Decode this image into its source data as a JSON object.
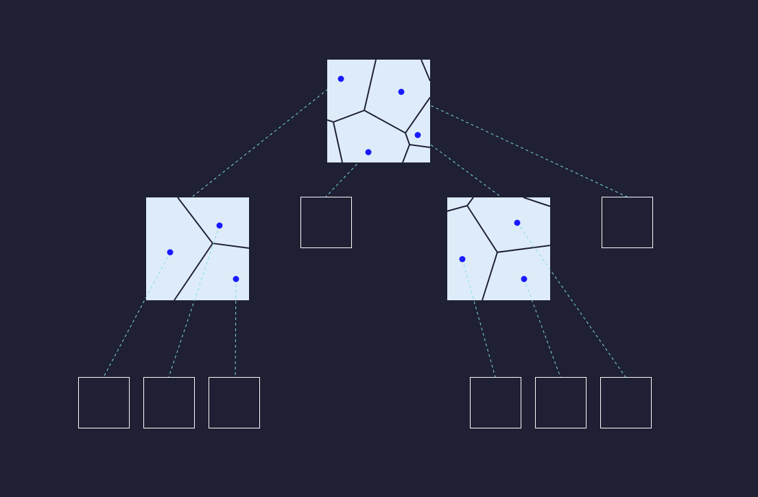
{
  "colors": {
    "background": "#1f2033",
    "cell_fill": "#deecf9",
    "cell_edge": "#1f2033",
    "site_point": "#1a1aff",
    "link": "#7fdcea",
    "empty_node_border": "#ffffff"
  },
  "tree": {
    "root": {
      "type": "voronoi",
      "sites": 4
    },
    "level1": [
      {
        "type": "voronoi",
        "sites": 3
      },
      {
        "type": "empty"
      },
      {
        "type": "voronoi",
        "sites": 3
      },
      {
        "type": "empty"
      }
    ],
    "level2_empty_nodes": 6
  }
}
